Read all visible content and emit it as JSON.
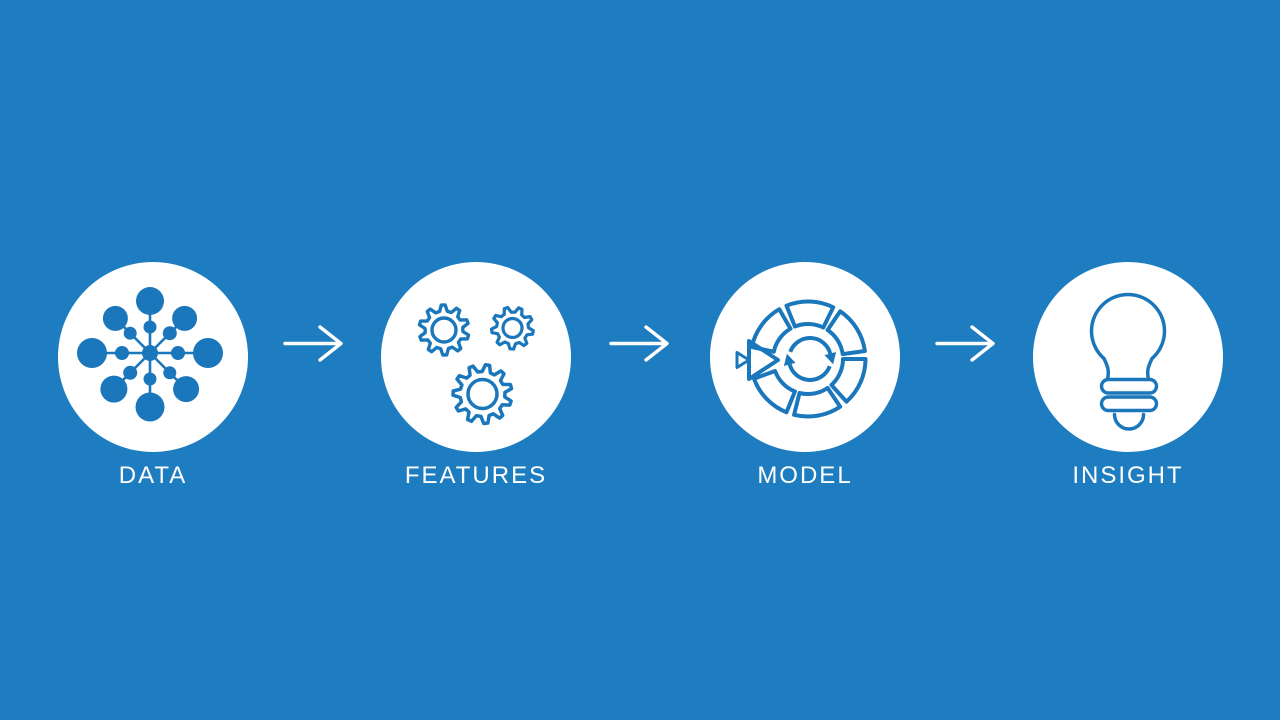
{
  "diagram": {
    "kind": "process-flow",
    "stages": [
      {
        "label": "DATA",
        "icon": "data-network-icon"
      },
      {
        "label": "FEATURES",
        "icon": "gears-icon"
      },
      {
        "label": "MODEL",
        "icon": "model-evaluation-cycle-icon"
      },
      {
        "label": "INSIGHT",
        "icon": "lightbulb-icon"
      }
    ],
    "connectors": [
      {
        "icon": "arrow-right-icon"
      },
      {
        "icon": "arrow-right-icon"
      },
      {
        "icon": "arrow-right-icon"
      }
    ]
  },
  "colors": {
    "background": "#1e7dc0",
    "circle_fill": "#ffffff",
    "icon_blue": "#1b77bb",
    "arrow_white": "#ffffff",
    "label_white": "#ffffff"
  }
}
